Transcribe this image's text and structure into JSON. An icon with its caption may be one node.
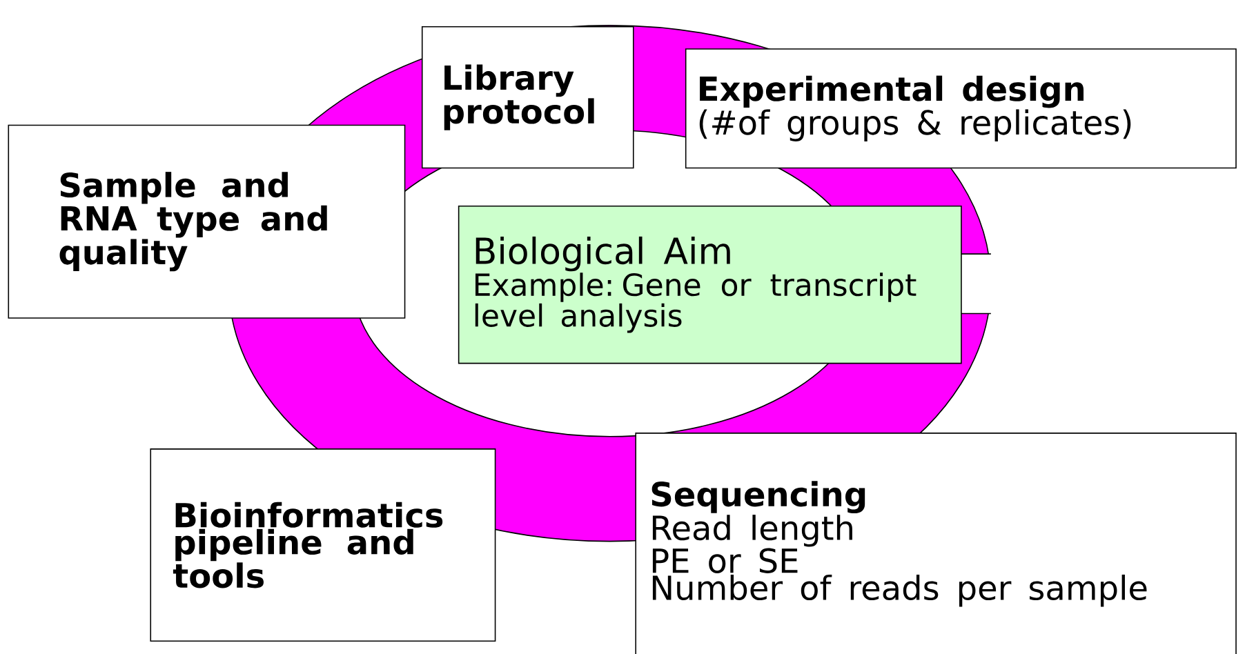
{
  "diagram": {
    "nodes": [
      {
        "text": [
          "Sample and RNA type and quality"
        ]
      },
      {
        "text": [
          "Library protocol"
        ]
      },
      {
        "text": [
          "Experimental design",
          "(#of groups &  replicates)"
        ]
      },
      {
        "text": [
          "Biological Aim",
          "Example: Gene or transcript level analysis"
        ]
      },
      {
        "text": [
          "Sequencing",
          "Read length",
          "PE or SE",
          "Number of reads per sample"
        ]
      },
      {
        "text": [
          "Bioinformatics pipeline and tools"
        ]
      }
    ]
  }
}
